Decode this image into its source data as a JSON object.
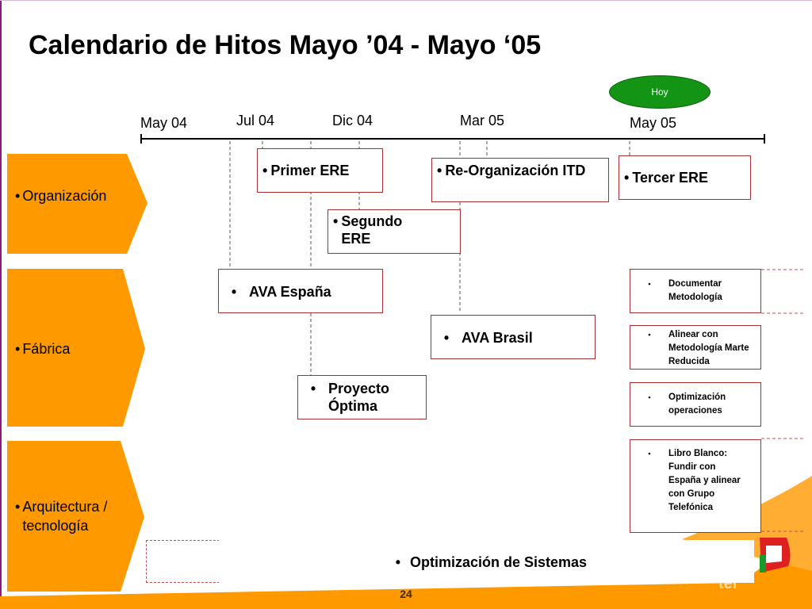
{
  "title": "Calendario de Hitos Mayo ’04 - Mayo ‘05",
  "today_badge": "Hoy",
  "timeline": {
    "months": [
      "May 04",
      "Jul 04",
      "Dic 04",
      "Mar 05",
      "May 05"
    ]
  },
  "categories": [
    "Organización",
    "Fábrica",
    "Arquitectura / tecnología"
  ],
  "organizacion": {
    "primer_ere": "Primer ERE",
    "segundo_ere": "Segundo ERE",
    "reorganizacion": "Re-Organización ITD",
    "tercer_ere": "Tercer ERE"
  },
  "fabrica": {
    "ava_espana": "AVA España",
    "ava_brasil": "AVA Brasil",
    "proyecto_optima": "Proyecto Óptima",
    "documentar": "Documentar Metodología",
    "alinear": "Alinear con Metodología Marte Reducida",
    "optimizacion_op": "Optimización operaciones"
  },
  "arquitectura": {
    "libro_blanco": "Libro Blanco: Fundir con España y alinear con Grupo Telefónica",
    "optimizacion_sistemas": "Optimización de Sistemas"
  },
  "page_number": "24",
  "colors": {
    "orange": "#ff9900",
    "box_border": "#a83030",
    "hoy_green": "#149414",
    "frame_purple": "#8a1c7c"
  }
}
